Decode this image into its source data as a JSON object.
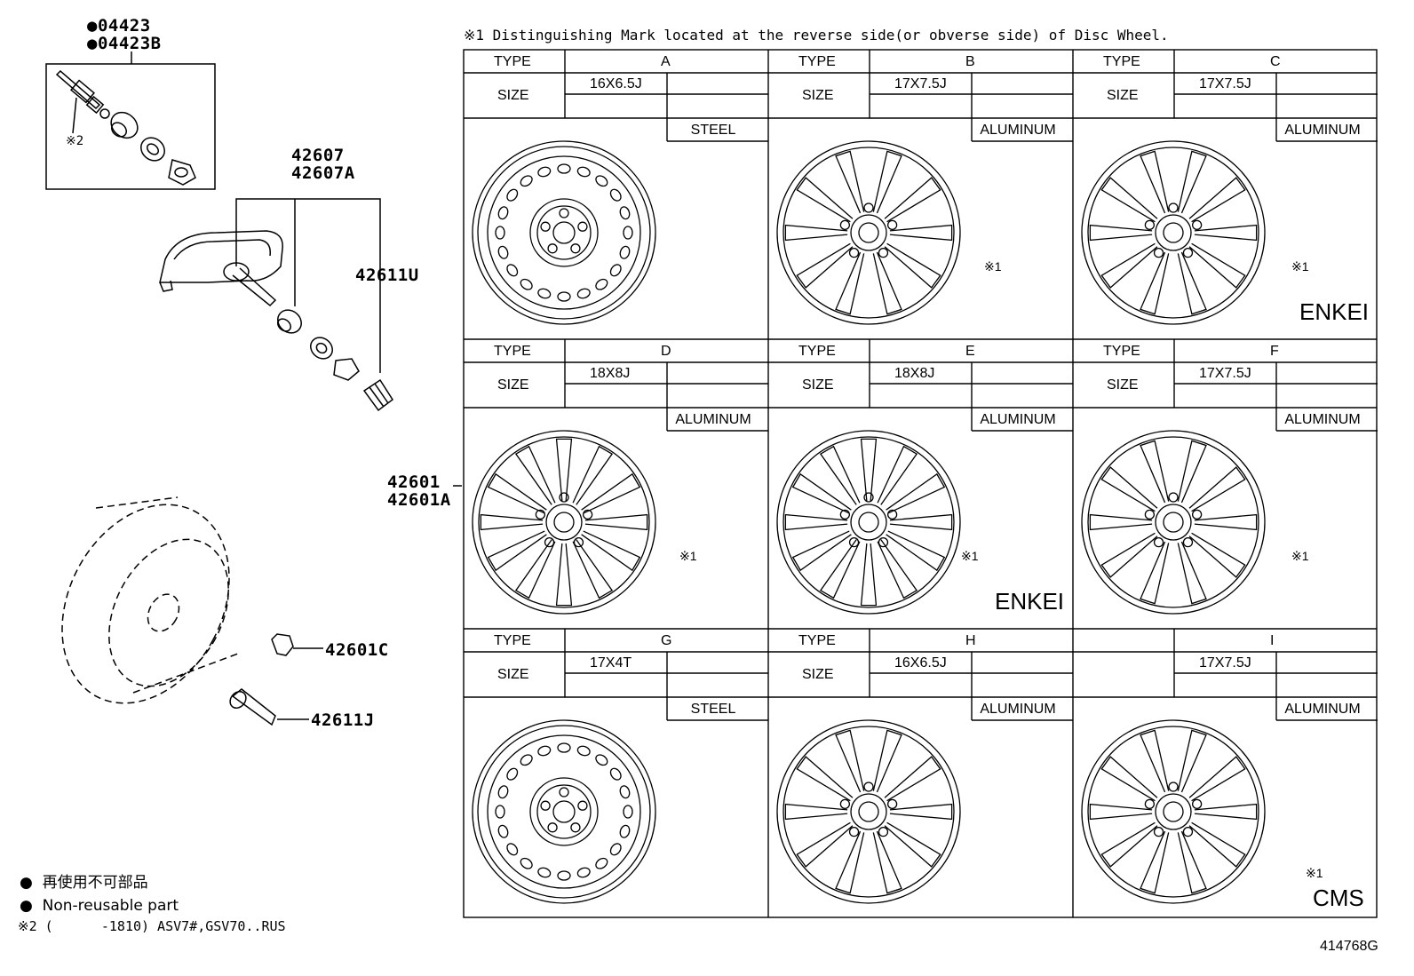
{
  "note1": "※1 Distinguishing Mark located at the reverse side(or obverse side) of Disc Wheel.",
  "diagram_id": "414768G",
  "parts": {
    "p04423": "04423",
    "p04423B": "04423B",
    "p42607": "42607",
    "p42607A": "42607A",
    "p42611U": "42611U",
    "p42601": "42601",
    "p42601A": "42601A",
    "p42601C": "42601C",
    "p42611J": "42611J",
    "note2_mark": "※2"
  },
  "legend": {
    "jp": "再使用不可部品",
    "en": "Non-reusable part",
    "note2": "※2 (      -1810) ASV7#,GSV70..RUS"
  },
  "labels": {
    "type": "TYPE",
    "size": "SIZE",
    "mark": "※1"
  },
  "wheels": [
    {
      "type": "A",
      "size": "16X6.5J",
      "material": "STEEL",
      "mark": ""
    },
    {
      "type": "B",
      "size": "17X7.5J",
      "material": "ALUMINUM",
      "mark": "※1"
    },
    {
      "type": "C",
      "size": "17X7.5J",
      "material": "ALUMINUM",
      "mark": "※1",
      "logo": "ENKEI"
    },
    {
      "type": "D",
      "size": "18X8J",
      "material": "ALUMINUM",
      "mark": "※1"
    },
    {
      "type": "E",
      "size": "18X8J",
      "material": "ALUMINUM",
      "mark": "※1",
      "logo": "ENKEI"
    },
    {
      "type": "F",
      "size": "17X7.5J",
      "material": "ALUMINUM",
      "mark": "※1"
    },
    {
      "type": "G",
      "size": "17X4T",
      "material": "STEEL",
      "mark": ""
    },
    {
      "type": "H",
      "size": "16X6.5J",
      "material": "ALUMINUM",
      "mark": ""
    },
    {
      "type": "I",
      "size": "17X7.5J",
      "material": "ALUMINUM",
      "mark": "※1",
      "logo": "CMS"
    }
  ]
}
